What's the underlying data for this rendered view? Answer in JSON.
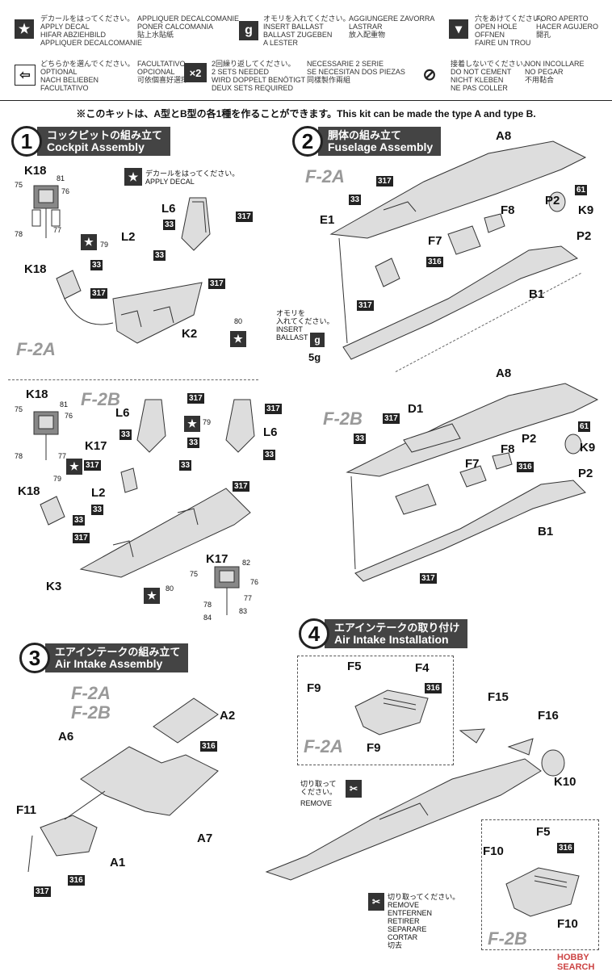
{
  "legend": [
    {
      "icon": "star-icon",
      "glyph": "★",
      "jp": "デカールをはってください。",
      "lines_a": "APPLY DECAL\nHIFAR ABZIEHBILD\nAPPLIQUER DECALCOMANIE",
      "lines_b": "APPLIQUER DECALCOMANIE\nPONER CALCOMANIA\n貼上水貼紙"
    },
    {
      "icon": "weight-icon",
      "glyph": "g",
      "jp": "オモリを入れてください。",
      "lines_a": "INSERT BALLAST\nBALLAST ZUGEBEN\nA LESTER",
      "lines_b": "AGGIUNGERE ZAVORRA\nLASTRAR\n放入配重物"
    },
    {
      "icon": "drill-icon",
      "glyph": "▾",
      "jp": "穴をあけてください。",
      "lines_a": "OPEN HOLE\nOFFNEN\nFAIRE UN TROU",
      "lines_b": "FORO APERTO\nHACER AGUJERO\n開孔"
    },
    {
      "icon": "optional-icon",
      "glyph": "⇦",
      "jp": "どちらかを選んでください。",
      "lines_a": "OPTIONAL\nNACH BELIEBEN\nFACULTATIVO",
      "lines_b": "FACULTATIVO\nOPCIONAL\n可依個喜好選擇"
    },
    {
      "icon": "x2-icon",
      "glyph": "×2",
      "jp": "2回繰り返してください。",
      "lines_a": "2 SETS NEEDED\nWIRD DOPPELT BENÖTIGT\nDEUX SETS REQUIRED",
      "lines_b": "NECESSARIE 2 SERIE\nSE NECESITAN DOS PIEZAS\n同樣製作兩組"
    },
    {
      "icon": "no-glue-icon",
      "glyph": "⊘",
      "jp": "接着しないでください。",
      "lines_a": "DO NOT CEMENT\nNICHT KLEBEN\nNE PAS COLLER",
      "lines_b": "NON INCOLLARE\nNO PEGAR\n不用黏合"
    }
  ],
  "note": "※このキットは、A型とB型の各1種を作ることができます。This kit can be made the type A and type B.",
  "steps": {
    "s1": {
      "num": "1",
      "jp": "コックピットの組み立て",
      "en": "Cockpit Assembly"
    },
    "s2": {
      "num": "2",
      "jp": "胴体の組み立て",
      "en": "Fuselage Assembly"
    },
    "s3": {
      "num": "3",
      "jp": "エアインテークの組み立て",
      "en": "Air Intake Assembly"
    },
    "s4": {
      "num": "4",
      "jp": "エアインテークの取り付け",
      "en": "Air Intake Installation"
    }
  },
  "variants": {
    "a": "F-2A",
    "b": "F-2B"
  },
  "decal_note": {
    "jp": "デカールをはってください。",
    "en": "APPLY DECAL"
  },
  "ballast_note": {
    "jp": "オモリを\n入れてください。",
    "en": "INSERT\nBALLAST",
    "weight": "5g"
  },
  "remove_note": {
    "jp": "切り取って\nください。",
    "en": "REMOVE"
  },
  "remove_legend": {
    "jp": "切り取ってください。",
    "lines": "REMOVE\nENTFERNEN\nRETIRER\nSEPARARE\nCORTAR\n切去"
  },
  "parts": {
    "K18": "K18",
    "L6": "L6",
    "L2": "L2",
    "K2": "K2",
    "K3": "K3",
    "K17": "K17",
    "A8": "A8",
    "E1": "E1",
    "F8": "F8",
    "F7": "F7",
    "P2": "P2",
    "K9": "K9",
    "B1": "B1",
    "D1": "D1",
    "A2": "A2",
    "A6": "A6",
    "A7": "A7",
    "A1": "A1",
    "F11": "F11",
    "F5": "F5",
    "F4": "F4",
    "F9": "F9",
    "F15": "F15",
    "F16": "F16",
    "K10": "K10",
    "F10": "F10"
  },
  "paints": {
    "p317": "317",
    "p33": "33",
    "p316": "316",
    "p61": "61"
  },
  "decals": {
    "d75": "75",
    "d76": "76",
    "d77": "77",
    "d78": "78",
    "d79": "79",
    "d80": "80",
    "d81": "81",
    "d82": "82",
    "d83": "83",
    "d84": "84"
  },
  "watermark": "HOBBY SEARCH"
}
